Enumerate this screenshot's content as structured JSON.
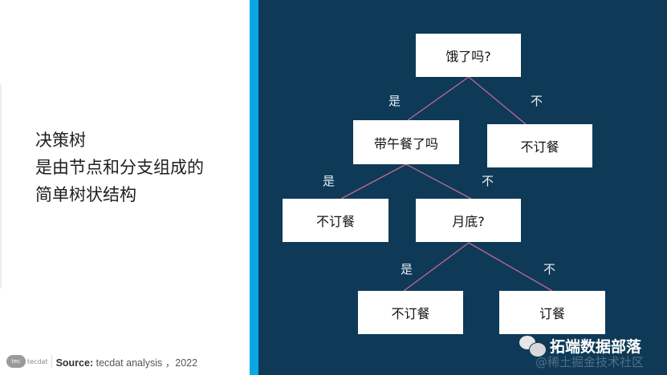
{
  "left_panel": {
    "description_lines": [
      "决策树",
      "是由节点和分支组成的",
      "简单树状结构"
    ],
    "footer": {
      "logo_text": "tecdat",
      "source_label": "Source:",
      "source_text": " tecdat analysis ，2022"
    }
  },
  "colors": {
    "background_right": "#0e3a58",
    "accent_bar": "#0aa6e6",
    "edge_line": "#c4668f",
    "node_fill": "#ffffff"
  },
  "tree": {
    "nodes": [
      {
        "id": "root",
        "label": "饿了吗?"
      },
      {
        "id": "lunch",
        "label": "带午餐了吗"
      },
      {
        "id": "no_order_1",
        "label": "不订餐"
      },
      {
        "id": "no_order_2",
        "label": "不订餐"
      },
      {
        "id": "month_end",
        "label": "月底?"
      },
      {
        "id": "no_order_3",
        "label": "不订餐"
      },
      {
        "id": "order",
        "label": "订餐"
      }
    ],
    "edges": [
      {
        "from": "root",
        "to": "lunch",
        "label": "是"
      },
      {
        "from": "root",
        "to": "no_order_1",
        "label": "不"
      },
      {
        "from": "lunch",
        "to": "no_order_2",
        "label": "是"
      },
      {
        "from": "lunch",
        "to": "month_end",
        "label": "不"
      },
      {
        "from": "month_end",
        "to": "no_order_3",
        "label": "是"
      },
      {
        "from": "month_end",
        "to": "order",
        "label": "不"
      }
    ]
  },
  "watermark": {
    "title": "拓端数据部落",
    "subtitle": "@稀土掘金技术社区"
  }
}
